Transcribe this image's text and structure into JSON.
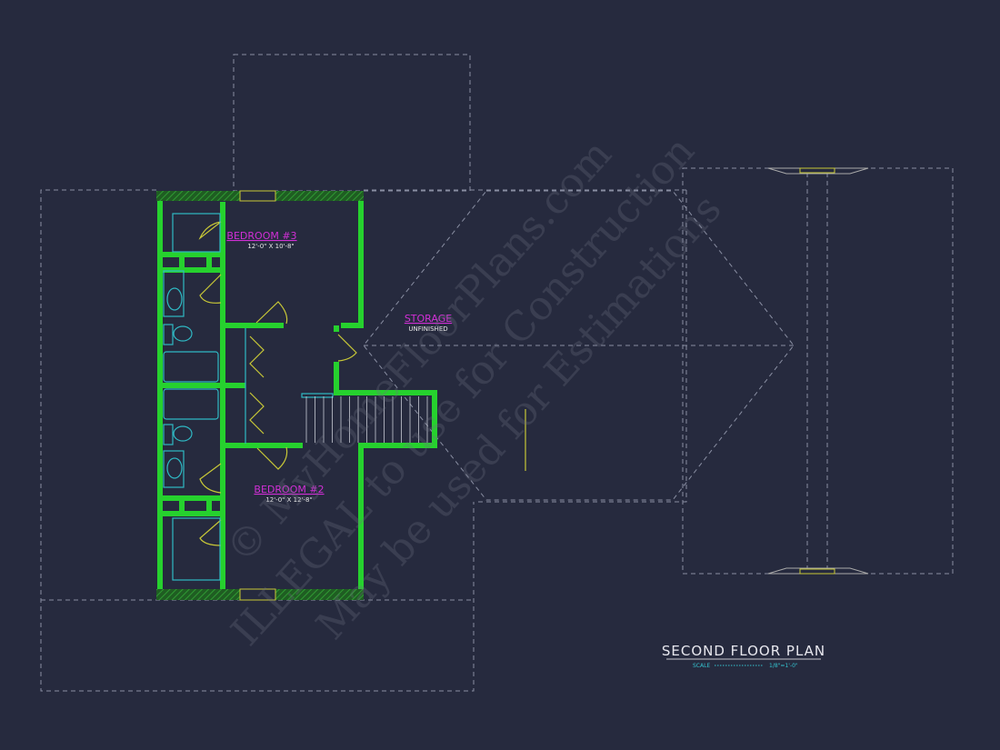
{
  "drawing": {
    "title": "SECOND FLOOR PLAN",
    "scale_label": "SCALE",
    "scale_value": "1/8\"=1'-0\"",
    "rooms": [
      {
        "name": "BEDROOM #3",
        "dims": "12'-0\" X 10'-8\""
      },
      {
        "name": "BEDROOM #2",
        "dims": "12'-0\" X 12'-8\""
      },
      {
        "name": "STORAGE",
        "dims": "UNFINISHED"
      }
    ],
    "watermark": {
      "line1": "© MyHomeFloorPlans.com",
      "line2": "ILLEGAL to use for Construction",
      "line3": "May be used for Estimations"
    },
    "colors": {
      "background": "#262a3e",
      "walls": "#26d12e",
      "doors": "#c8c837",
      "fixtures": "#2fb9c4",
      "room_labels": "#d12fd6",
      "roof_lines": "#8a8fa3"
    }
  }
}
